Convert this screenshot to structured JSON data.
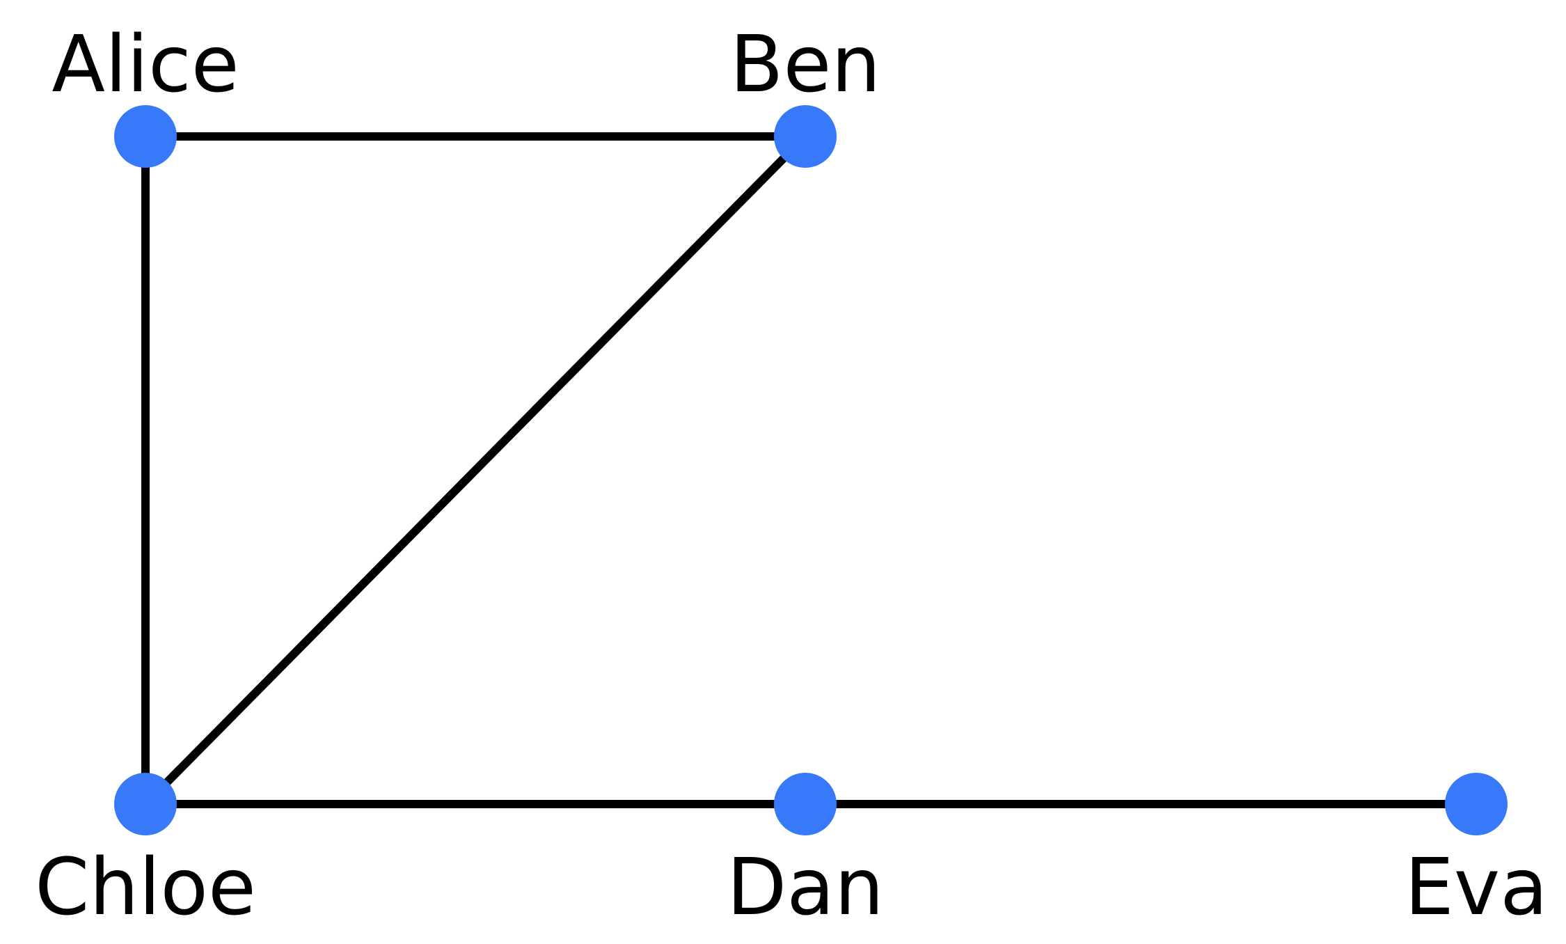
{
  "graph": {
    "node_color": "#3779F9",
    "edge_color": "#000000",
    "nodes": [
      {
        "id": "alice",
        "label": "Alice"
      },
      {
        "id": "ben",
        "label": "Ben"
      },
      {
        "id": "chloe",
        "label": "Chloe"
      },
      {
        "id": "dan",
        "label": "Dan"
      },
      {
        "id": "eva",
        "label": "Eva"
      }
    ],
    "edges": [
      {
        "from": "alice",
        "to": "ben"
      },
      {
        "from": "alice",
        "to": "chloe"
      },
      {
        "from": "ben",
        "to": "chloe"
      },
      {
        "from": "chloe",
        "to": "dan"
      },
      {
        "from": "dan",
        "to": "eva"
      }
    ]
  }
}
